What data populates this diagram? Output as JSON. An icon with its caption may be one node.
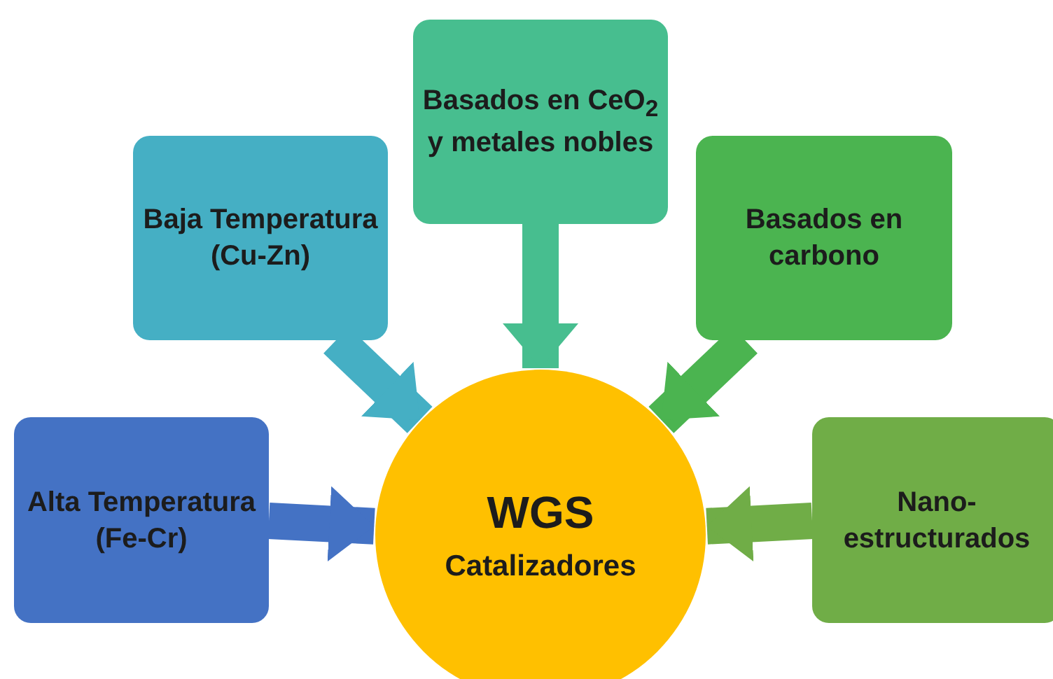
{
  "diagram": {
    "nodes": [
      {
        "text": [
          "Basados en CeO$_{2}$ y metales nobles"
        ]
      },
      {
        "text": [
          "Baja Temperatura (Cu-Zn)"
        ]
      },
      {
        "text": [
          "Basados en carbono"
        ]
      },
      {
        "text": [
          "Alta Temperatura (Fe-Cr)"
        ]
      },
      {
        "text": [
          "WGS",
          "Catalizadores"
        ]
      },
      {
        "text": [
          "Nano-estructurados"
        ]
      }
    ],
    "edges": [
      {
        "from": 0,
        "to": 4,
        "arrow": "to",
        "color": "#47be8f"
      },
      {
        "from": 1,
        "to": 4,
        "arrow": "to",
        "color": "#45afc4"
      },
      {
        "from": 2,
        "to": 4,
        "arrow": "to",
        "color": "#4bb450"
      },
      {
        "from": 3,
        "to": 4,
        "arrow": "to",
        "color": "#4472c4"
      },
      {
        "from": 5,
        "to": 4,
        "arrow": "to",
        "color": "#70ad47"
      }
    ]
  }
}
